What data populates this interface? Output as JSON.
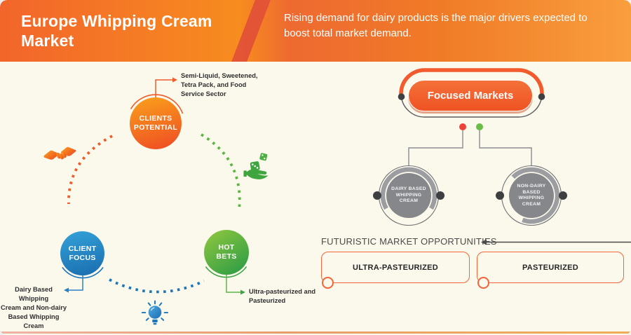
{
  "header": {
    "title": "Europe Whipping Cream\nMarket",
    "subtitle": "Rising demand for dairy products is the major drivers expected to\nboost total market demand."
  },
  "cycle": {
    "clients_potential": {
      "label": "CLIENTS\nPOTENTIAL",
      "annotation": "Semi-Liquid, Sweetened,\nTetra Pack, and Food\nService Sector",
      "color": "#f15a29"
    },
    "client_focus": {
      "label": "CLIENT\nFOCUS",
      "annotation": "Dairy Based Whipping\nCream and Non-dairy\nBased Whipping Cream",
      "color": "#1b75bc"
    },
    "hot_bets": {
      "label": "HOT\nBETS",
      "annotation": "Ultra-pasteurized and\nPasteurized",
      "color": "#5cb543"
    },
    "icons": {
      "left": "handshake-icon",
      "right": "hand-with-dice-icon",
      "bottom": "lightbulb-icon"
    }
  },
  "focused_markets": {
    "title": "Focused Markets",
    "branches": [
      {
        "label": "DAIRY BASED\nWHIPPING\nCREAM"
      },
      {
        "label": "NON-DAIRY\nBASED\nWHIPPING\nCREAM"
      }
    ],
    "branch_dot_colors": [
      "#EF4136",
      "#6ABD45"
    ]
  },
  "opportunities": {
    "heading": "FUTURISTIC MARKET OPPORTUNITIES",
    "items": [
      {
        "label": "ULTRA-PASTEURIZED"
      },
      {
        "label": "PASTEURIZED"
      }
    ]
  },
  "colors": {
    "header_gradient_start": "#f2652a",
    "header_gradient_end": "#f9a03c",
    "accent_orange": "#f15a29",
    "blue": "#1b75bc",
    "green": "#5cb543",
    "gray_node": "#85878a",
    "background": "#fbf8ec"
  }
}
